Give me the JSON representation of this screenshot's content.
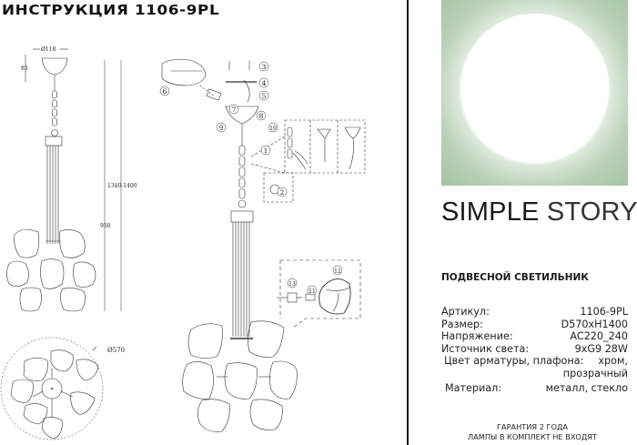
{
  "header": {
    "title": "ИНСТРУКЦИЯ 1106-9PL"
  },
  "drawing": {
    "dimensions": {
      "canopy_diameter": "Ø118",
      "canopy_height": "85",
      "total_height": "1340-1400",
      "body_height": "950",
      "overall_diameter": "Ø570"
    },
    "step_labels": [
      "1",
      "2",
      "3",
      "4",
      "5",
      "6",
      "7",
      "8",
      "9",
      "10",
      "11",
      "12",
      "13"
    ]
  },
  "product": {
    "image_colors": {
      "background": "#a3c2a0",
      "bulb": "#ffffff"
    },
    "brand": {
      "word1": "SIMPLE",
      "word2": "STORY"
    },
    "type": "ПОДВЕСНОЙ СВЕТИЛЬНИК",
    "specs": [
      {
        "label": "Артикул:",
        "value": "1106-9PL"
      },
      {
        "label": "Размер:",
        "value": "D570xH1400"
      },
      {
        "label": "Напряжение:",
        "value": "AC220_240"
      },
      {
        "label": "Источник света:",
        "value": "9xG9 28W"
      },
      {
        "label": "Цвет арматуры, плафона:",
        "value": "хром,"
      },
      {
        "label": "",
        "value": "прозрачный"
      },
      {
        "label": "Материал:",
        "value": "металл, стекло"
      }
    ],
    "footer": {
      "line1": "ГАРАНТИЯ 2 ГОДА",
      "line2": "ЛАМПЫ В КОМПЛЕКТ НЕ ВХОДЯТ"
    }
  }
}
